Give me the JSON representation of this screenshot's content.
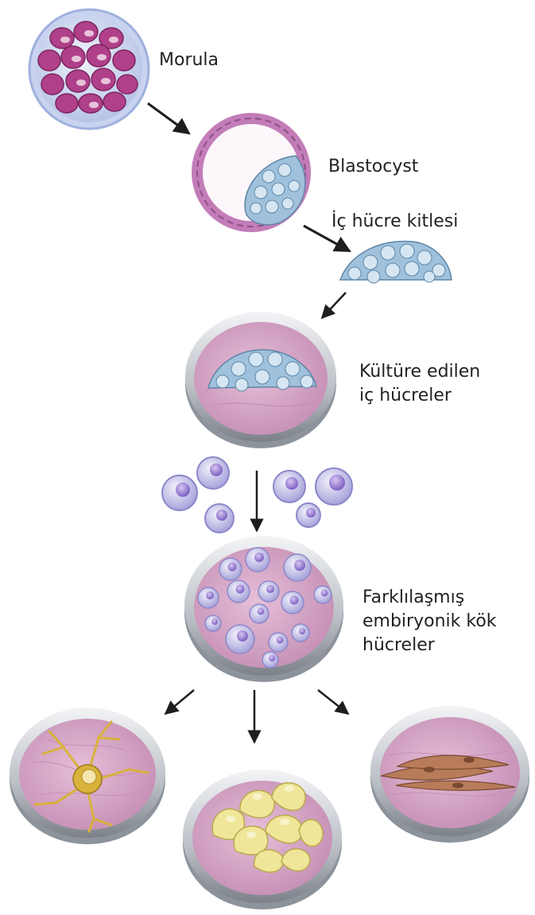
{
  "labels": {
    "morula": "Morula",
    "blastocyst": "Blastocyst",
    "inner_cell_mass": "İç hücre kitlesi",
    "cultured_line1": "Kültüre edilen",
    "cultured_line2": "iç hücreler",
    "differentiated_line1": "Farklılaşmış",
    "differentiated_line2": "embiryonik kök",
    "differentiated_line3": "hücreler"
  },
  "colors": {
    "morula_cell": "#b0408a",
    "blastocyst_cell": "#c27db8",
    "inner_cell": "#9fc1dc",
    "stem_cell": "#a7a4db",
    "dish_medium": "#d8a9cc",
    "dish_rim": "#b9bec4",
    "neuron": "#d8b23a",
    "fat_cell": "#efe69a",
    "muscle_cell": "#b87c5a",
    "arrow": "#1e1e1e"
  }
}
